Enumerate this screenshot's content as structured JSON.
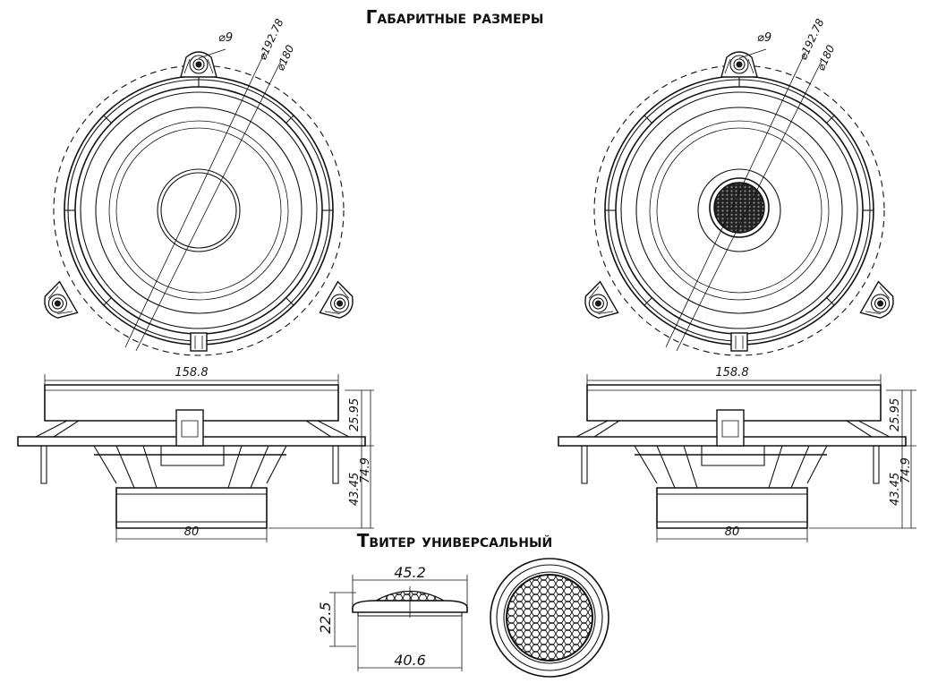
{
  "titles": {
    "main": "Габаритные размеры",
    "tweeter": "Твитер универсальный"
  },
  "speaker": {
    "dia_hole": "⌀9",
    "dia_outer": "⌀192.78",
    "dia_inner": "⌀180",
    "width": "158.8",
    "depth_mount": "25.95",
    "depth_total": "74.9",
    "depth_magnet": "43.45",
    "magnet_width": "80"
  },
  "tweeter": {
    "top_width": "45.2",
    "height": "22.5",
    "bottom_width": "40.6"
  }
}
